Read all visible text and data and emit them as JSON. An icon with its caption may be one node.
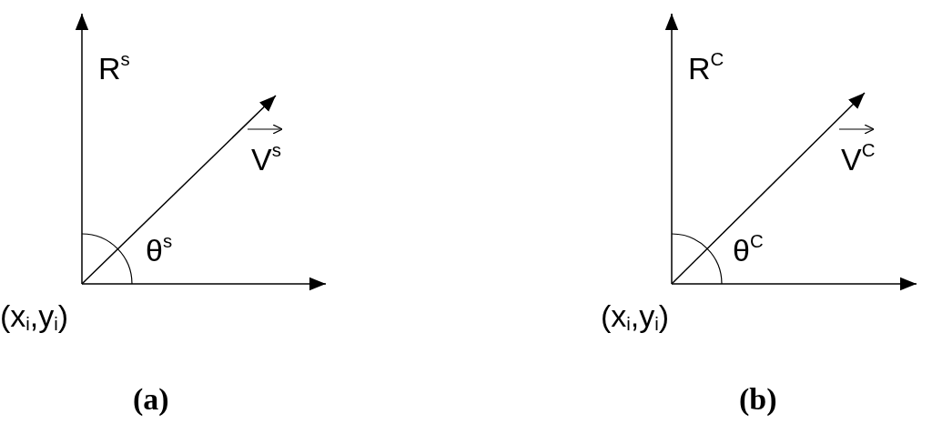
{
  "diagram": {
    "labels": [
      "R$^{s}$",
      "R$^{C}$",
      "V$^{s}$",
      "V$^{C}$",
      "θ$^{s}$",
      "θ$^{C}$",
      "(x$_{i}$,y$_{i}$)",
      "(x$_{i}$,y$_{i}$)",
      "(a)",
      "(b)"
    ]
  }
}
